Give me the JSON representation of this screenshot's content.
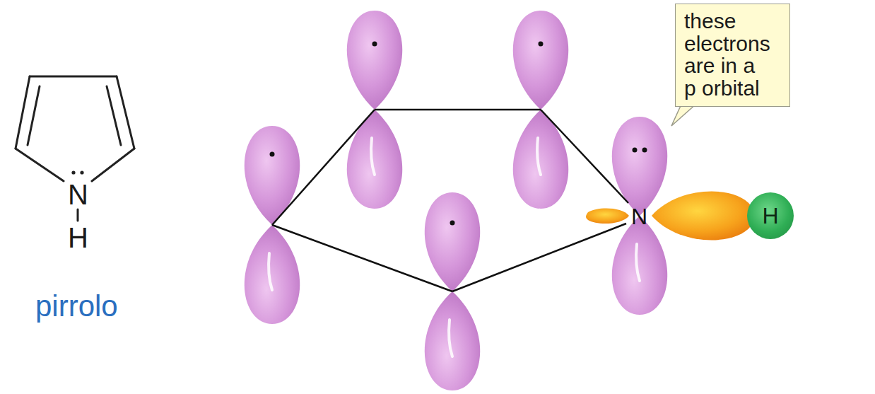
{
  "diagram": {
    "nodes": [
      {
        "text": [
          "these electrons are in a p orbital"
        ]
      },
      {
        "text": [
          "H"
        ]
      }
    ],
    "labels": [
      "N",
      "H",
      "pirrolo",
      "N"
    ]
  }
}
